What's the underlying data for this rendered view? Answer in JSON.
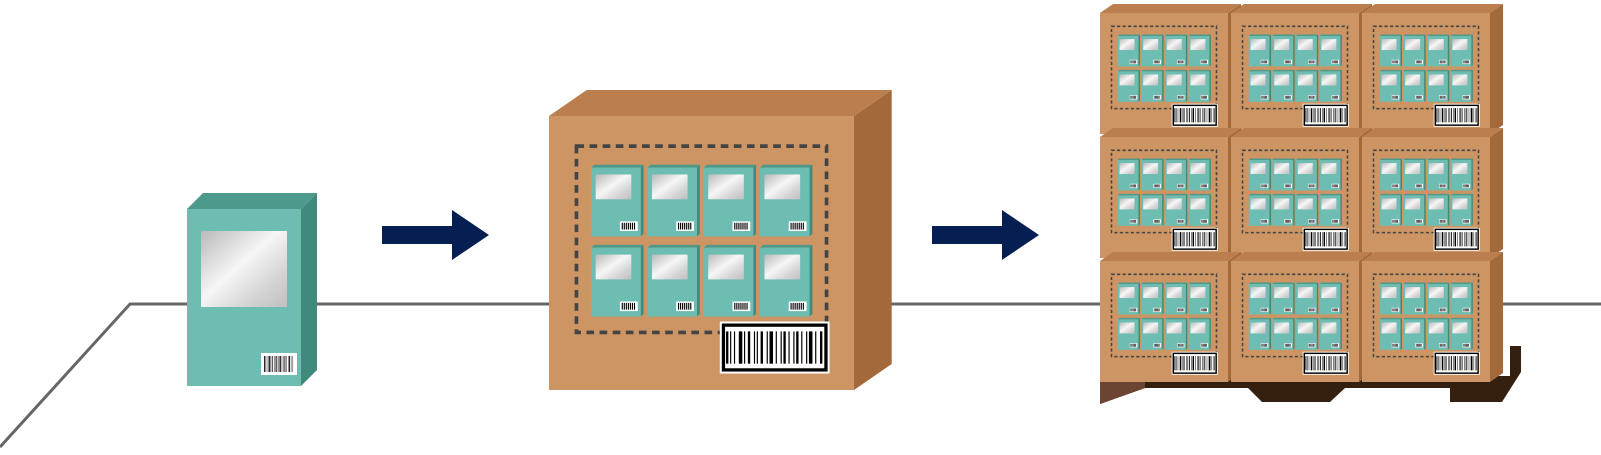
{
  "colors": {
    "background": "#ffffff",
    "floor_line": "#666666",
    "arrow": "#061f52",
    "item_front": "#6dbdb2",
    "item_side": "#3f8a7c",
    "item_top": "#4d9a8c",
    "box_front": "#cd9563",
    "box_side": "#a4693a",
    "box_top": "#bb7e4e",
    "dashed_outline": "#444444",
    "barcode": "#000000",
    "pallet": "#35200f",
    "pallet_shadow": "#6b4532"
  },
  "stages": [
    {
      "id": "single-item",
      "icon": "product-package-icon"
    },
    {
      "id": "case",
      "icon": "shipping-case-icon",
      "grid_rows": 2,
      "grid_cols": 4
    },
    {
      "id": "pallet",
      "icon": "pallet-load-icon",
      "grid_rows": 3,
      "grid_cols": 3
    }
  ],
  "arrows": [
    {
      "icon": "right-arrow-icon"
    },
    {
      "icon": "right-arrow-icon"
    }
  ]
}
